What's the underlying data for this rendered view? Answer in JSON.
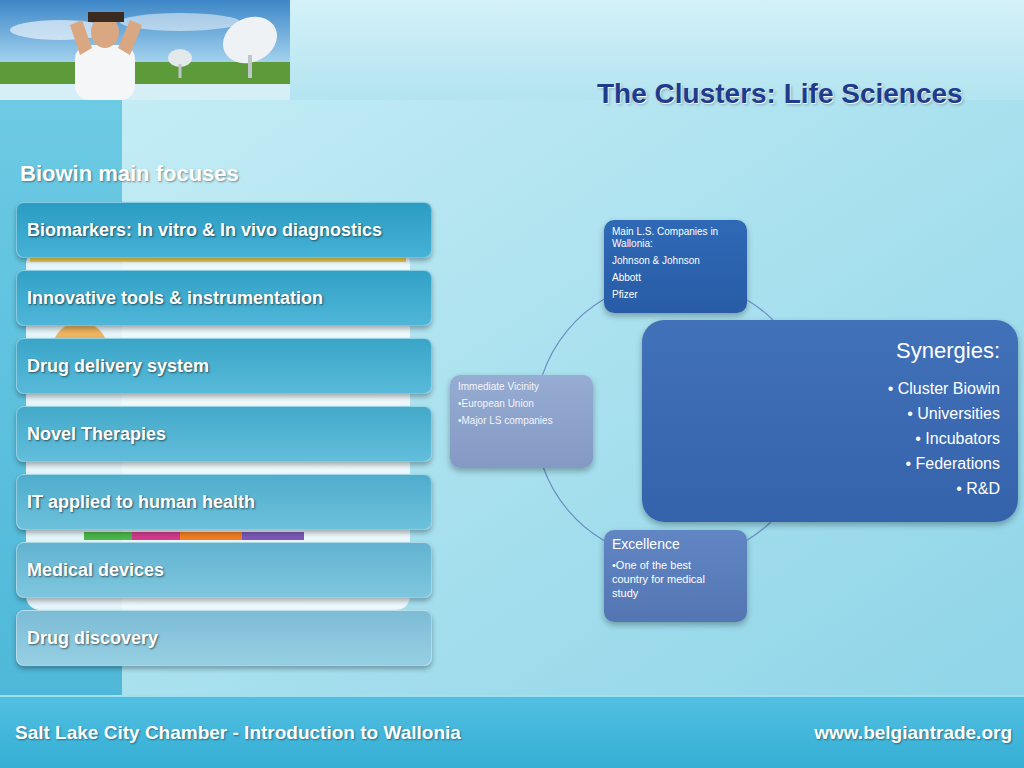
{
  "diagram": {
    "title": "The Clusters: Life Sciences",
    "nodes": [
      {
        "text": [
          "Biomarkers: In vitro & In vivo diagnostics"
        ]
      },
      {
        "text": [
          "Innovative tools & instrumentation"
        ]
      },
      {
        "text": [
          "Drug delivery system"
        ]
      },
      {
        "text": [
          "Novel Therapies"
        ]
      },
      {
        "text": [
          "IT applied to human health"
        ]
      },
      {
        "text": [
          "Medical devices"
        ]
      },
      {
        "text": [
          "Drug discovery"
        ]
      },
      {
        "text": [
          "Main L.S. Companies in Wallonia:",
          "Johnson & Johnson",
          "Abbott",
          "Pfizer"
        ]
      },
      {
        "text": [
          "Immediate Vicinity",
          "•European Union",
          "•Major LS companies"
        ]
      },
      {
        "text": [
          "Synergies:",
          "• Cluster Biowin",
          "• Universities",
          "• Incubators",
          "• Federations",
          "• R&D"
        ]
      },
      {
        "text": [
          "Excellence",
          "•One of the best country for medical study"
        ]
      }
    ],
    "edges": [
      {
        "from": 7,
        "to": 9,
        "arrow": "none"
      },
      {
        "from": 9,
        "to": 10,
        "arrow": "none"
      },
      {
        "from": 10,
        "to": 8,
        "arrow": "none"
      },
      {
        "from": 8,
        "to": 7,
        "arrow": "none"
      }
    ],
    "labels": [
      "Biowin main focuses",
      "Salt Lake City Chamber - Introduction to Wallonia",
      "www.belgiantrade.org"
    ]
  }
}
